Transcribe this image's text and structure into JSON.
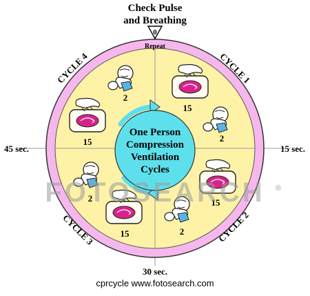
{
  "header": {
    "line1": "Check Pulse",
    "line2": "and Breathing",
    "zero": "0",
    "repeat": "Repeat"
  },
  "times": {
    "left": "45 sec.",
    "right": "15 sec.",
    "bottom": "30 sec."
  },
  "cycles": {
    "c1": "CYCLE 1",
    "c2": "CYCLE 2",
    "c3": "CYCLE 3",
    "c4": "CYCLE 4"
  },
  "center": {
    "line1": "One Person",
    "line2": "Compression",
    "line3": "Ventilation",
    "line4": "Cycles"
  },
  "step_counts": {
    "q1_compress": "15",
    "q1_breathe": "2",
    "q2_compress": "15",
    "q2_breathe": "2",
    "q3_compress": "15",
    "q3_breathe": "2",
    "q4_compress": "15",
    "q4_breathe": "2"
  },
  "watermark": "FOTOSEARCH",
  "watermark_mark": "®",
  "footer": "cprcycle   www.fotosearch.com",
  "colors": {
    "outer_ring": "#f6b8ec",
    "inner_disc": "#fdf2a6",
    "center_disc": "#5ee0ec",
    "arrow": "#5ee0ec",
    "heart": "#d8238c",
    "airway": "#5ab4e6"
  }
}
